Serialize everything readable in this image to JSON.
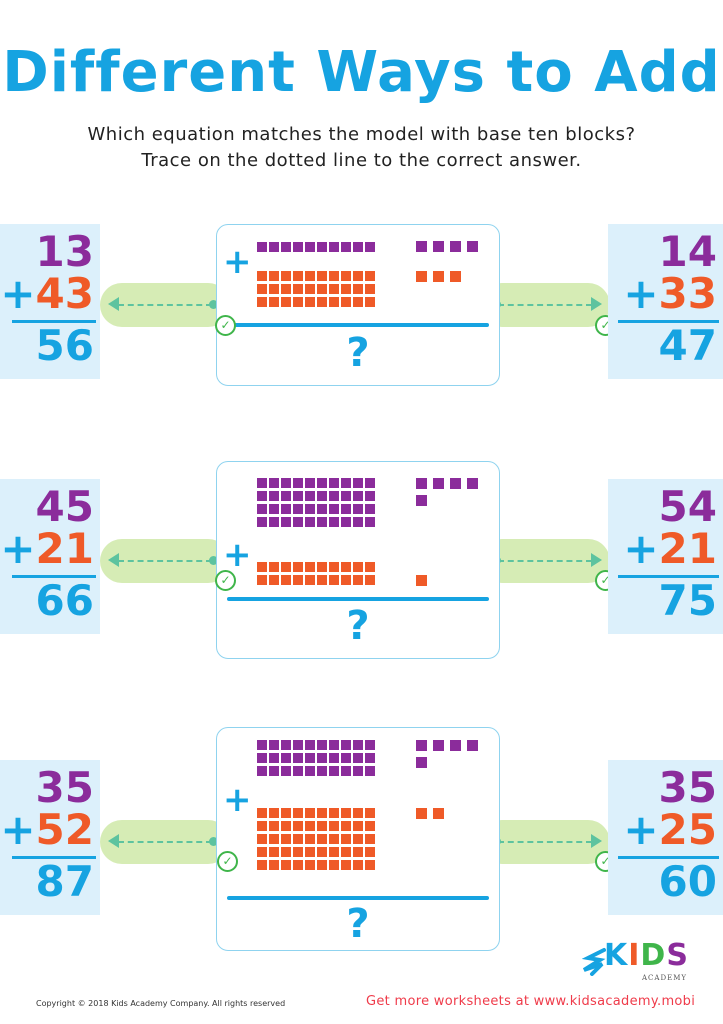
{
  "title": "Different Ways to Add",
  "subtitle_line1": "Which equation matches the model with base ten blocks?",
  "subtitle_line2": "Trace on the dotted line to the correct answer.",
  "question_mark": "?",
  "check_mark": "✓",
  "plus_sign": "+",
  "problems": [
    {
      "left": {
        "top": "13",
        "plus": "+",
        "mid": "43",
        "bot": "56"
      },
      "right": {
        "top": "14",
        "plus": "+",
        "mid": "33",
        "bot": "47"
      },
      "purple_tens": 1,
      "purple_ones": 4,
      "orange_tens": 3,
      "orange_ones": 3
    },
    {
      "left": {
        "top": "45",
        "plus": "+",
        "mid": "21",
        "bot": "66"
      },
      "right": {
        "top": "54",
        "plus": "+",
        "mid": "21",
        "bot": "75"
      },
      "purple_tens": 4,
      "purple_ones": 5,
      "orange_tens": 2,
      "orange_ones": 1
    },
    {
      "left": {
        "top": "35",
        "plus": "+",
        "mid": "52",
        "bot": "87"
      },
      "right": {
        "top": "35",
        "plus": "+",
        "mid": "25",
        "bot": "60"
      },
      "purple_tens": 3,
      "purple_ones": 5,
      "orange_tens": 5,
      "orange_ones": 2
    }
  ],
  "colors": {
    "blue": "#16a3e1",
    "purple": "#8b2c9b",
    "orange": "#ef5a28",
    "green": "#3fb54a",
    "connector": "#d6ecb5"
  },
  "footer": {
    "copyright": "Copyright © 2018 Kids Academy Company. All rights reserved",
    "link": "Get more worksheets at www.kidsacademy.mobi"
  },
  "logo": {
    "k": "K",
    "i": "I",
    "d": "D",
    "s": "S",
    "sub": "ACADEMY"
  }
}
